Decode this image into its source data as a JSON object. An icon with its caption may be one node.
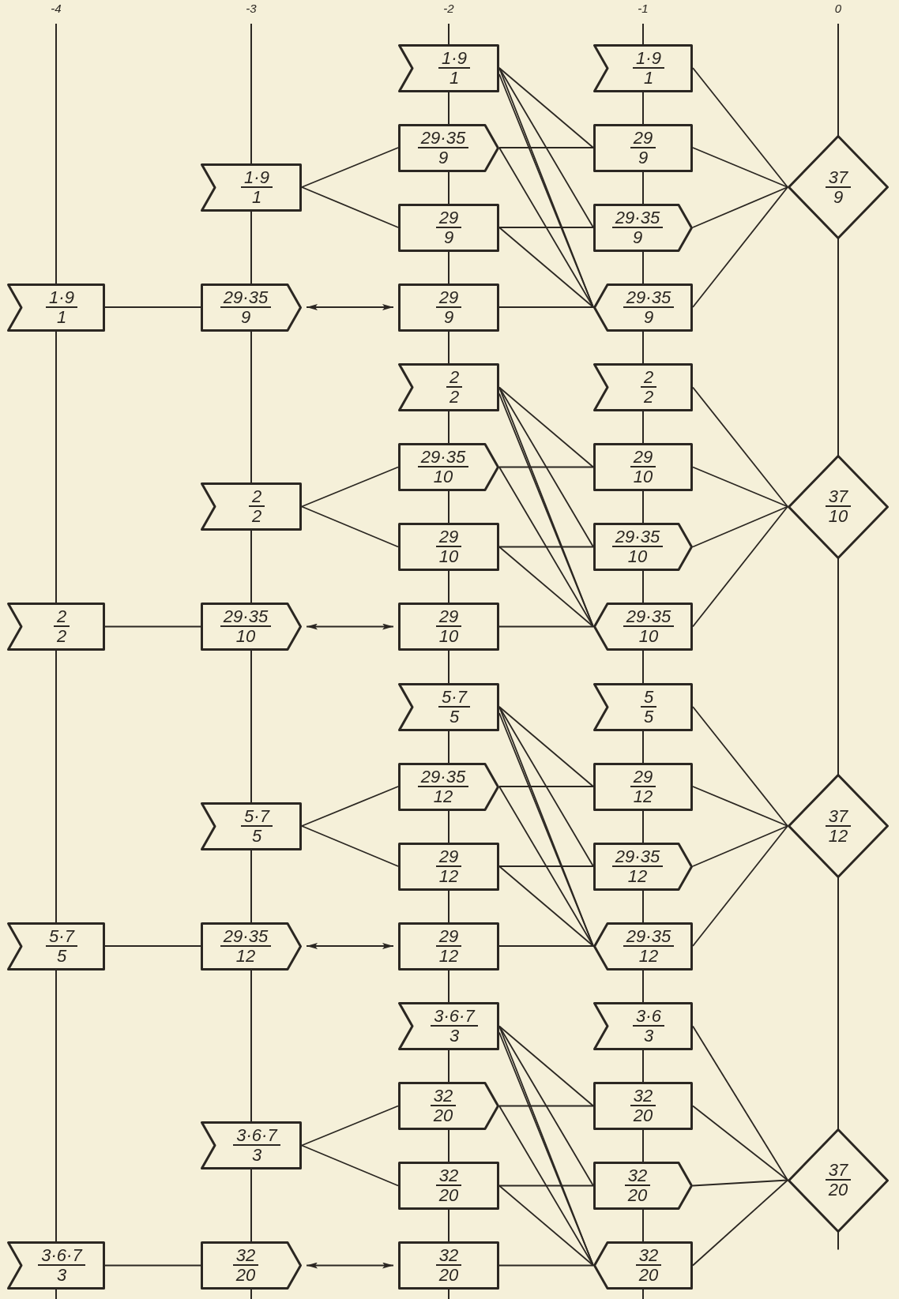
{
  "diagram": {
    "nodes": [
      {
        "text": [
          "1·9",
          "1"
        ]
      },
      {
        "text": [
          "1·9",
          "1"
        ]
      },
      {
        "text": [
          "29·35",
          "9"
        ]
      },
      {
        "text": [
          "29",
          "9"
        ]
      },
      {
        "text": [
          "1·9",
          "1"
        ]
      },
      {
        "text": [
          "37",
          "9"
        ]
      },
      {
        "text": [
          "29",
          "9"
        ]
      },
      {
        "text": [
          "29·35",
          "9"
        ]
      },
      {
        "text": [
          "1·9",
          "1"
        ]
      },
      {
        "text": [
          "29·35",
          "9"
        ]
      },
      {
        "text": [
          "29",
          "9"
        ]
      },
      {
        "text": [
          "29·35",
          "9"
        ]
      },
      {
        "text": [
          "2",
          "2"
        ]
      },
      {
        "text": [
          "2",
          "2"
        ]
      },
      {
        "text": [
          "29·35",
          "10"
        ]
      },
      {
        "text": [
          "29",
          "10"
        ]
      },
      {
        "text": [
          "2",
          "2"
        ]
      },
      {
        "text": [
          "37",
          "10"
        ]
      },
      {
        "text": [
          "29",
          "10"
        ]
      },
      {
        "text": [
          "29·35",
          "10"
        ]
      },
      {
        "text": [
          "2",
          "2"
        ]
      },
      {
        "text": [
          "29·35",
          "10"
        ]
      },
      {
        "text": [
          "29",
          "10"
        ]
      },
      {
        "text": [
          "29·35",
          "10"
        ]
      },
      {
        "text": [
          "5·7",
          "5"
        ]
      },
      {
        "text": [
          "5",
          "5"
        ]
      },
      {
        "text": [
          "29·35",
          "12"
        ]
      },
      {
        "text": [
          "29",
          "12"
        ]
      },
      {
        "text": [
          "5·7",
          "5"
        ]
      },
      {
        "text": [
          "37",
          "12"
        ]
      },
      {
        "text": [
          "29",
          "12"
        ]
      },
      {
        "text": [
          "29·35",
          "12"
        ]
      },
      {
        "text": [
          "5·7",
          "5"
        ]
      },
      {
        "text": [
          "29·35",
          "12"
        ]
      },
      {
        "text": [
          "29",
          "12"
        ]
      },
      {
        "text": [
          "29·35",
          "12"
        ]
      },
      {
        "text": [
          "3·6·7",
          "3"
        ]
      },
      {
        "text": [
          "3·6",
          "3"
        ]
      },
      {
        "text": [
          "32",
          "20"
        ]
      },
      {
        "text": [
          "32",
          "20"
        ]
      },
      {
        "text": [
          "3·6·7",
          "3"
        ]
      },
      {
        "text": [
          "37",
          "20"
        ]
      },
      {
        "text": [
          "32",
          "20"
        ]
      },
      {
        "text": [
          "32",
          "20"
        ]
      },
      {
        "text": [
          "3·6·7",
          "3"
        ]
      },
      {
        "text": [
          "32",
          "20"
        ]
      },
      {
        "text": [
          "32",
          "20"
        ]
      },
      {
        "text": [
          "32",
          "20"
        ]
      }
    ],
    "edges": [
      {
        "from": 8,
        "to": 9,
        "arrow": "none"
      },
      {
        "from": 9,
        "to": 10,
        "arrow": "both"
      },
      {
        "from": 4,
        "to": 2,
        "arrow": "none"
      },
      {
        "from": 4,
        "to": 6,
        "arrow": "none"
      },
      {
        "from": 0,
        "to": 3,
        "arrow": "none"
      },
      {
        "from": 0,
        "to": 7,
        "arrow": "none"
      },
      {
        "from": 0,
        "to": 11,
        "arrow": "none"
      },
      {
        "from": 0,
        "to": 11,
        "arrow": "none"
      },
      {
        "from": 2,
        "to": 3,
        "arrow": "none"
      },
      {
        "from": 2,
        "to": 11,
        "arrow": "none"
      },
      {
        "from": 6,
        "to": 7,
        "arrow": "none"
      },
      {
        "from": 6,
        "to": 11,
        "arrow": "none"
      },
      {
        "from": 10,
        "to": 11,
        "arrow": "none"
      },
      {
        "from": 1,
        "to": 5,
        "arrow": "none"
      },
      {
        "from": 3,
        "to": 5,
        "arrow": "none"
      },
      {
        "from": 7,
        "to": 5,
        "arrow": "none"
      },
      {
        "from": 11,
        "to": 5,
        "arrow": "none"
      },
      {
        "from": 20,
        "to": 21,
        "arrow": "none"
      },
      {
        "from": 21,
        "to": 22,
        "arrow": "both"
      },
      {
        "from": 16,
        "to": 14,
        "arrow": "none"
      },
      {
        "from": 16,
        "to": 18,
        "arrow": "none"
      },
      {
        "from": 12,
        "to": 15,
        "arrow": "none"
      },
      {
        "from": 12,
        "to": 19,
        "arrow": "none"
      },
      {
        "from": 12,
        "to": 23,
        "arrow": "none"
      },
      {
        "from": 12,
        "to": 23,
        "arrow": "none"
      },
      {
        "from": 14,
        "to": 15,
        "arrow": "none"
      },
      {
        "from": 14,
        "to": 23,
        "arrow": "none"
      },
      {
        "from": 18,
        "to": 19,
        "arrow": "none"
      },
      {
        "from": 18,
        "to": 23,
        "arrow": "none"
      },
      {
        "from": 22,
        "to": 23,
        "arrow": "none"
      },
      {
        "from": 13,
        "to": 17,
        "arrow": "none"
      },
      {
        "from": 15,
        "to": 17,
        "arrow": "none"
      },
      {
        "from": 19,
        "to": 17,
        "arrow": "none"
      },
      {
        "from": 23,
        "to": 17,
        "arrow": "none"
      },
      {
        "from": 32,
        "to": 33,
        "arrow": "none"
      },
      {
        "from": 33,
        "to": 34,
        "arrow": "both"
      },
      {
        "from": 28,
        "to": 26,
        "arrow": "none"
      },
      {
        "from": 28,
        "to": 30,
        "arrow": "none"
      },
      {
        "from": 24,
        "to": 27,
        "arrow": "none"
      },
      {
        "from": 24,
        "to": 31,
        "arrow": "none"
      },
      {
        "from": 24,
        "to": 35,
        "arrow": "none"
      },
      {
        "from": 24,
        "to": 35,
        "arrow": "none"
      },
      {
        "from": 26,
        "to": 27,
        "arrow": "none"
      },
      {
        "from": 26,
        "to": 35,
        "arrow": "none"
      },
      {
        "from": 30,
        "to": 31,
        "arrow": "none"
      },
      {
        "from": 30,
        "to": 35,
        "arrow": "none"
      },
      {
        "from": 34,
        "to": 35,
        "arrow": "none"
      },
      {
        "from": 25,
        "to": 29,
        "arrow": "none"
      },
      {
        "from": 27,
        "to": 29,
        "arrow": "none"
      },
      {
        "from": 31,
        "to": 29,
        "arrow": "none"
      },
      {
        "from": 35,
        "to": 29,
        "arrow": "none"
      },
      {
        "from": 44,
        "to": 45,
        "arrow": "none"
      },
      {
        "from": 45,
        "to": 46,
        "arrow": "both"
      },
      {
        "from": 40,
        "to": 38,
        "arrow": "none"
      },
      {
        "from": 40,
        "to": 42,
        "arrow": "none"
      },
      {
        "from": 36,
        "to": 39,
        "arrow": "none"
      },
      {
        "from": 36,
        "to": 43,
        "arrow": "none"
      },
      {
        "from": 36,
        "to": 47,
        "arrow": "none"
      },
      {
        "from": 36,
        "to": 47,
        "arrow": "none"
      },
      {
        "from": 38,
        "to": 39,
        "arrow": "none"
      },
      {
        "from": 38,
        "to": 47,
        "arrow": "none"
      },
      {
        "from": 42,
        "to": 43,
        "arrow": "none"
      },
      {
        "from": 42,
        "to": 47,
        "arrow": "none"
      },
      {
        "from": 46,
        "to": 47,
        "arrow": "none"
      },
      {
        "from": 37,
        "to": 41,
        "arrow": "none"
      },
      {
        "from": 39,
        "to": 41,
        "arrow": "none"
      },
      {
        "from": 43,
        "to": 41,
        "arrow": "none"
      },
      {
        "from": 47,
        "to": 41,
        "arrow": "none"
      }
    ],
    "labels": [
      "-4",
      "-3",
      "-2",
      "-1",
      "0"
    ]
  }
}
